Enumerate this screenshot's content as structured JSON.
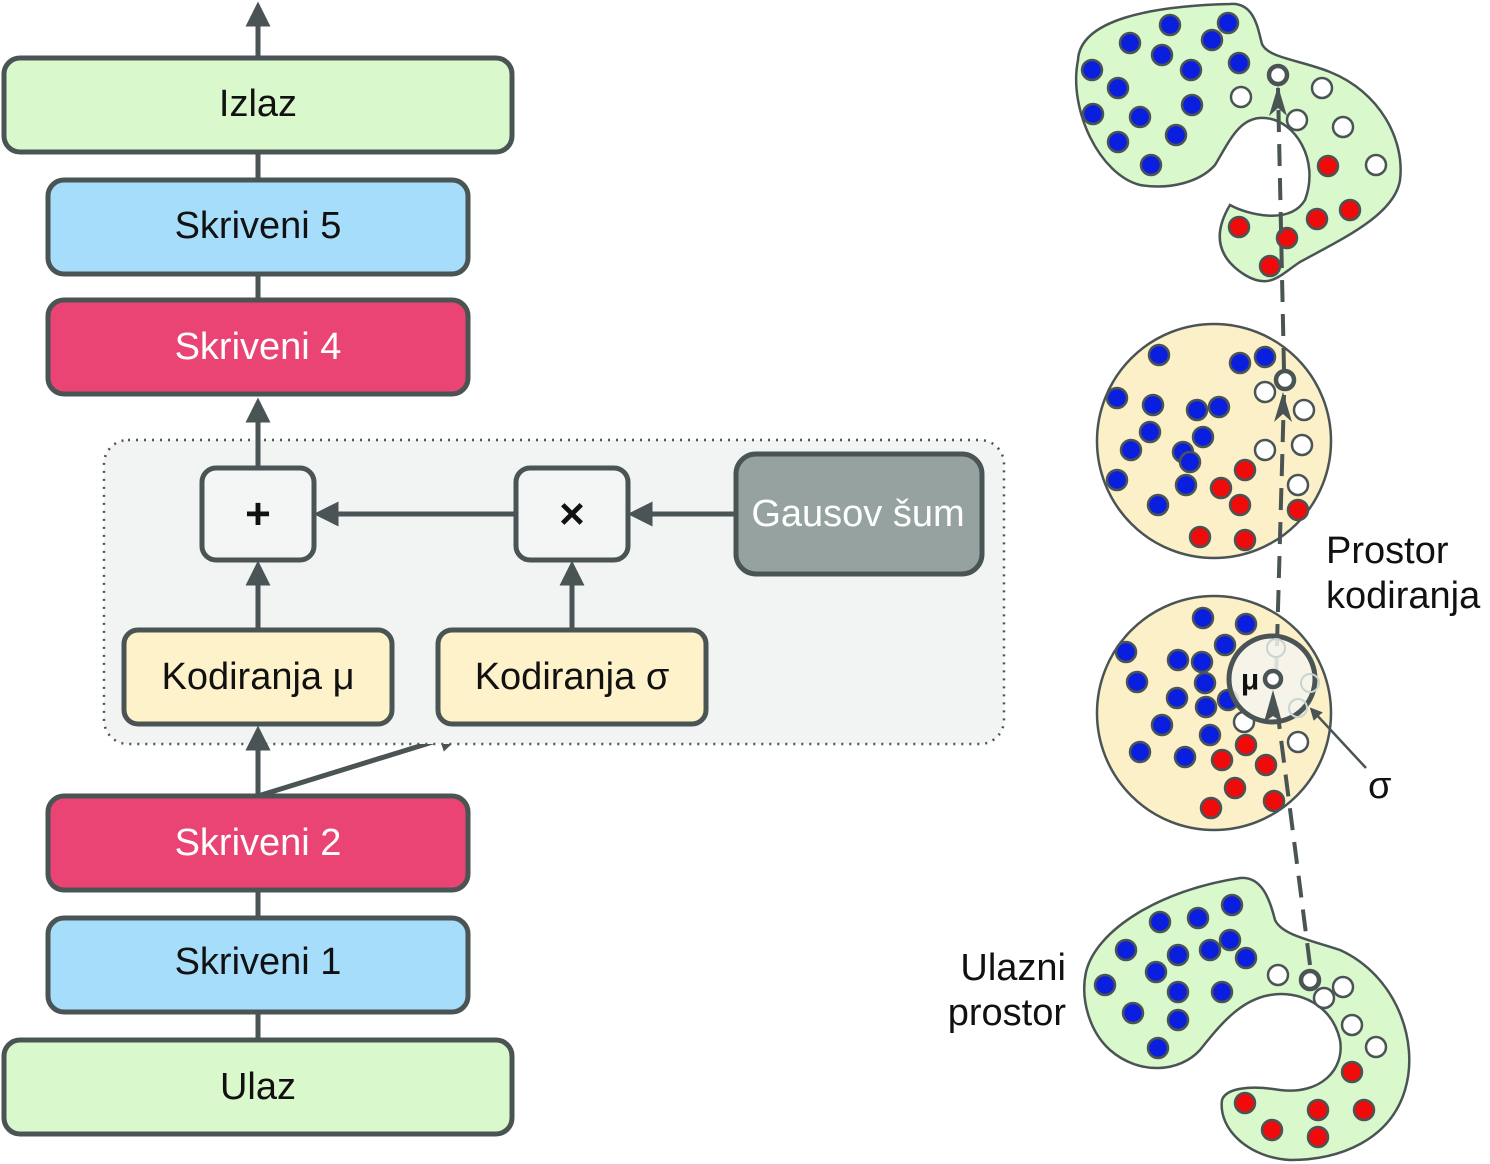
{
  "diagram": {
    "title": "Variational autoencoder",
    "colors": {
      "stroke": "#4a5454",
      "io_fill": "#d9f8cc",
      "hidden_blue_fill": "#a6ddfa",
      "hidden_red_fill": "#e94474",
      "coding_fill": "#fdf2c9",
      "op_fill": "#f4f5f5",
      "noise_fill": "#95a29f",
      "sampling_region_fill": "#f2f3f3",
      "blue_point": "#0a1ee0",
      "red_point": "#f00a0a",
      "white_point": "#ffffff",
      "latent_disc_fill": "#fbf0c8",
      "input_space_fill": "#d9f8cc"
    },
    "layers": {
      "output": "Izlaz",
      "hidden5": "Skriveni 5",
      "hidden4": "Skriveni 4",
      "hidden2": "Skriveni 2",
      "hidden1": "Skriveni 1",
      "input": "Ulaz"
    },
    "sampling": {
      "plus": "+",
      "times": "×",
      "noise": "Gausov šum",
      "coding_mu": "Kodiranja μ",
      "coding_sigma": "Kodiranja σ"
    },
    "spaces": {
      "coding_space": [
        "Prostor",
        "kodiranja"
      ],
      "input_space": [
        "Ulazni",
        "prostor"
      ],
      "mu_label": "μ",
      "sigma_label": "σ"
    }
  }
}
